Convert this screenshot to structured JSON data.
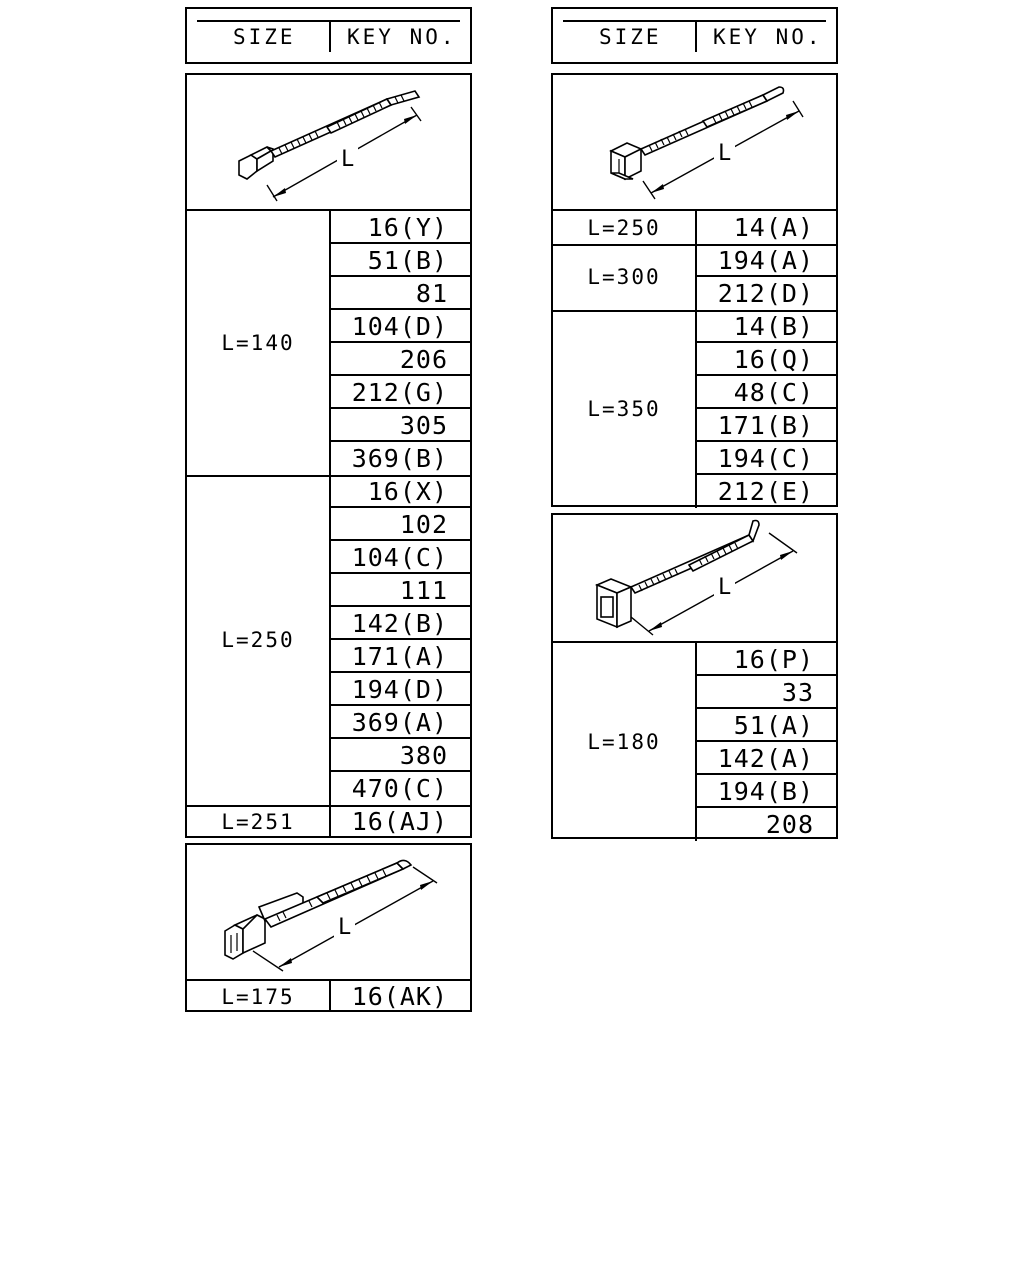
{
  "header": {
    "size_label": "SIZE",
    "key_label": "KEY NO."
  },
  "dimension_label": "L",
  "left_table": {
    "groups": [
      {
        "size": "L=140",
        "keys": [
          "16(Y)",
          "51(B)",
          "81",
          "104(D)",
          "206",
          "212(G)",
          "305",
          "369(B)"
        ]
      },
      {
        "size": "L=250",
        "keys": [
          "16(X)",
          "102",
          "104(C)",
          "111",
          "142(B)",
          "171(A)",
          "194(D)",
          "369(A)",
          "380",
          "470(C)"
        ]
      },
      {
        "size": "L=251",
        "keys": [
          "16(AJ)"
        ]
      }
    ]
  },
  "left_table_2": {
    "groups": [
      {
        "size": "L=175",
        "keys": [
          "16(AK)"
        ]
      }
    ]
  },
  "right_table": {
    "groups": [
      {
        "size": "L=250",
        "keys": [
          "14(A)"
        ]
      },
      {
        "size": "L=300",
        "keys": [
          "194(A)",
          "212(D)"
        ]
      },
      {
        "size": "L=350",
        "keys": [
          "14(B)",
          "16(Q)",
          "48(C)",
          "171(B)",
          "194(C)",
          "212(E)"
        ]
      }
    ]
  },
  "right_table_2": {
    "groups": [
      {
        "size": "L=180",
        "keys": [
          "16(P)",
          "33",
          "51(A)",
          "142(A)",
          "194(B)",
          "208"
        ]
      }
    ]
  }
}
